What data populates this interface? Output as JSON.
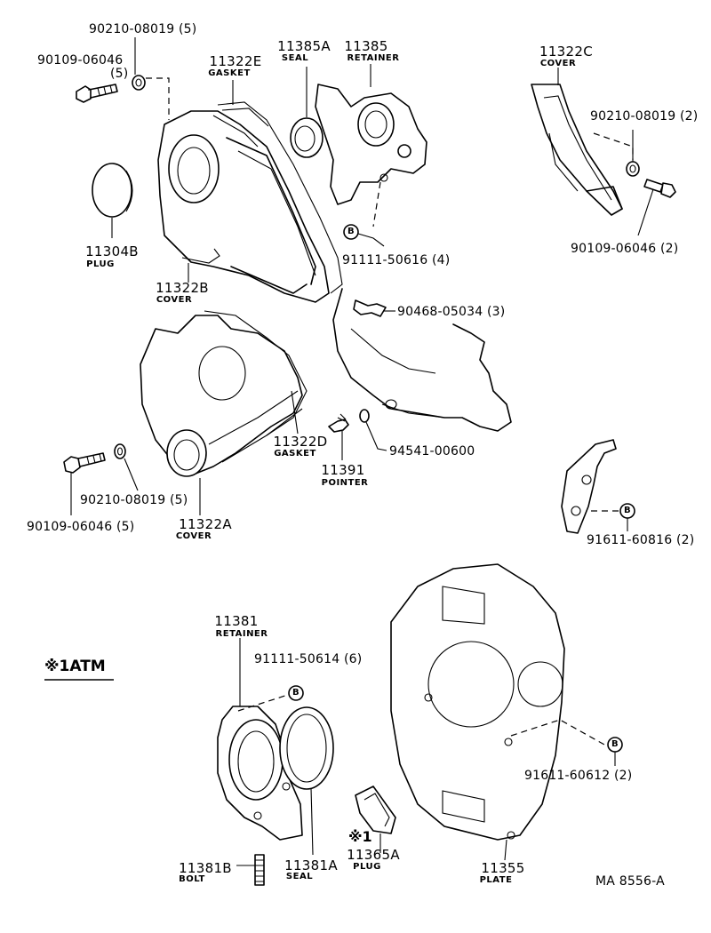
{
  "diagram_code": "MA  8556-A",
  "atm_note": "※1ATM",
  "parts": {
    "p_90210_08019_top": {
      "number": "90210-08019 (5)"
    },
    "p_90109_06046_top": {
      "number": "90109-06046",
      "qty": "(5)"
    },
    "p_11322E": {
      "number": "11322E",
      "name": "GASKET"
    },
    "p_11385A": {
      "number": "11385A",
      "name": "SEAL"
    },
    "p_11385": {
      "number": "11385",
      "name": "RETAINER"
    },
    "p_11322C": {
      "number": "11322C",
      "name": "COVER"
    },
    "p_90210_08019_right": {
      "number": "90210-08019 (2)"
    },
    "p_90109_06046_right": {
      "number": "90109-06046 (2)"
    },
    "p_91111_50616": {
      "number": "91111-50616 (4)"
    },
    "p_11304B": {
      "number": "11304B",
      "name": "PLUG"
    },
    "p_11322B": {
      "number": "11322B",
      "name": "COVER"
    },
    "p_90468_05034": {
      "number": "90468-05034 (3)"
    },
    "p_11322D": {
      "number": "11322D",
      "name": "GASKET"
    },
    "p_94541_00600": {
      "number": "94541-00600"
    },
    "p_11391": {
      "number": "11391",
      "name": "POINTER"
    },
    "p_90210_08019_mid": {
      "number": "90210-08019 (5)"
    },
    "p_90109_06046_mid": {
      "number": "90109-06046 (5)"
    },
    "p_11322A": {
      "number": "11322A",
      "name": "COVER"
    },
    "p_91611_60816": {
      "number": "91611-60816 (2)"
    },
    "p_11381": {
      "number": "11381",
      "name": "RETAINER"
    },
    "p_91111_50614": {
      "number": "91111-50614 (6)"
    },
    "p_91611_60612": {
      "number": "91611-60612 (2)"
    },
    "p_11381B": {
      "number": "11381B",
      "name": "BOLT"
    },
    "p_11381A": {
      "number": "11381A",
      "name": "SEAL"
    },
    "p_11365A": {
      "number": "11365A",
      "name": "PLUG",
      "prefix": "※1"
    },
    "p_11355": {
      "number": "11355",
      "name": "PLATE"
    }
  },
  "bolt_marker": "B"
}
